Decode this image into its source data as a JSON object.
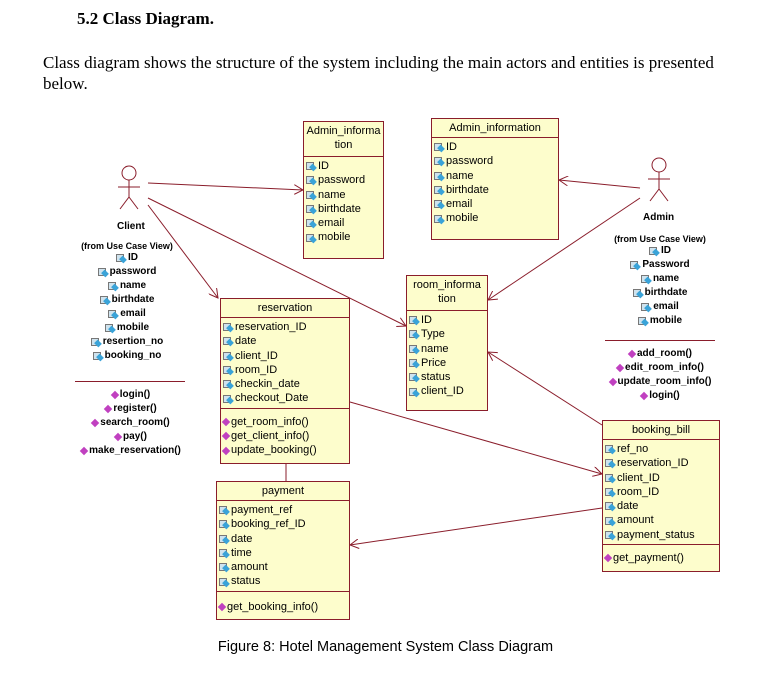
{
  "heading": "5.2 Class Diagram.",
  "paragraph": "Class diagram shows the structure of the system including the main actors and entities is presented below.",
  "caption": "Figure 8: Hotel Management System Class Diagram",
  "actors": {
    "client": {
      "name": "Client",
      "source": "(from Use Case View)",
      "attributes": [
        "ID",
        "password",
        "name",
        "birthdate",
        "email",
        "mobile",
        "resertion_no",
        "booking_no"
      ],
      "operations": [
        "login()",
        "register()",
        "search_room()",
        "pay()",
        "make_reservation()"
      ]
    },
    "admin": {
      "name": "Admin",
      "source": "(from Use Case View)",
      "attributes": [
        "ID",
        "Password",
        "name",
        "birthdate",
        "email",
        "mobile"
      ],
      "operations": [
        "add_room()",
        "edit_room_info()",
        "update_room_info()",
        "login()"
      ]
    }
  },
  "classes": {
    "admin_info_left": {
      "title": "Admin_informa tion",
      "attributes": [
        "ID",
        "password",
        "name",
        "birthdate",
        "email",
        "mobile"
      ]
    },
    "admin_info_right": {
      "title": "Admin_information",
      "attributes": [
        "ID",
        "password",
        "name",
        "birthdate",
        "email",
        "mobile"
      ]
    },
    "room_info": {
      "title": "room_informa tion",
      "attributes": [
        "ID",
        "Type",
        "name",
        "Price",
        "status",
        "client_ID"
      ]
    },
    "reservation": {
      "title": "reservation",
      "attributes": [
        "reservation_ID",
        "date",
        "client_ID",
        "room_ID",
        "checkin_date",
        "checkout_Date"
      ],
      "operations": [
        "get_room_info()",
        "get_client_info()",
        "update_booking()"
      ]
    },
    "payment": {
      "title": "payment",
      "attributes": [
        "payment_ref",
        "booking_ref_ID",
        "date",
        "time",
        "amount",
        "status"
      ],
      "operations": [
        "get_booking_info()"
      ]
    },
    "booking_bill": {
      "title": "booking_bill",
      "attributes": [
        "ref_no",
        "reservation_ID",
        "client_ID",
        "room_ID",
        "date",
        "amount",
        "payment_status"
      ],
      "operations": [
        "get_payment()"
      ]
    }
  }
}
